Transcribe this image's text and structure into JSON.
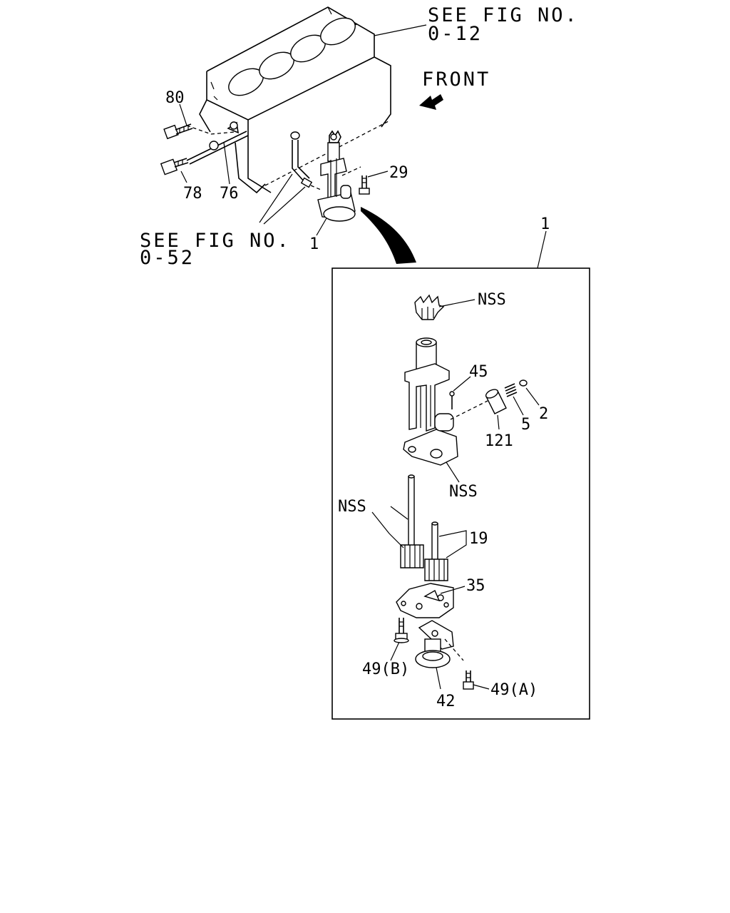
{
  "references": {
    "top": {
      "line1": "SEE FIG NO.",
      "line2": "0-12"
    },
    "left": {
      "line1": "SEE FIG NO.",
      "line2": "0-52"
    },
    "front": "FRONT"
  },
  "callouts": {
    "p80": "80",
    "p78": "78",
    "p76": "76",
    "p29": "29",
    "p1_assembly": "1",
    "p1_box": "1",
    "nss_gear": "NSS",
    "p45": "45",
    "p2": "2",
    "p5": "5",
    "p121": "121",
    "nss_body": "NSS",
    "nss_shaft": "NSS",
    "p19": "19",
    "p35": "35",
    "p49b": "49(B)",
    "p42": "42",
    "p49a": "49(A)"
  }
}
